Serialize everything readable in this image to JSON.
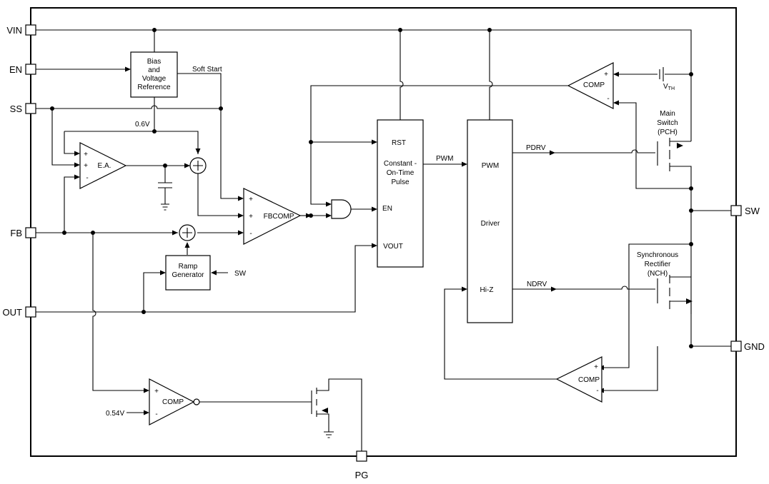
{
  "pins": {
    "vin": "VIN",
    "en": "EN",
    "ss": "SS",
    "fb": "FB",
    "out": "OUT",
    "sw": "SW",
    "gnd": "GND",
    "pg": "PG"
  },
  "blocks": {
    "bias": [
      "Bias",
      "and",
      "Voltage",
      "Reference"
    ],
    "ramp": [
      "Ramp",
      "Generator"
    ],
    "cot": [
      "Constant -",
      "On-Time",
      "Pulse"
    ],
    "cot_rst": "RST",
    "cot_en": "EN",
    "cot_vout": "VOUT",
    "driver": "Driver",
    "driver_pwm": "PWM",
    "driver_hiz": "Hi-Z"
  },
  "labels": {
    "soft_start": "Soft Start",
    "vref": "0.6V",
    "ea": "E.A.",
    "fbcomp": "FBCOMP",
    "comp": "COMP",
    "pwm": "PWM",
    "pdrv": "PDRV",
    "ndrv": "NDRV",
    "sw_in": "SW",
    "vth": "V",
    "vth_sub": "TH",
    "main_switch": [
      "Main",
      "Switch",
      "(PCH)"
    ],
    "sync_rect": [
      "Synchronous",
      "Rectifier",
      "(NCH)"
    ],
    "pg_ref": "0.54V",
    "plus": "+",
    "minus": "-"
  }
}
